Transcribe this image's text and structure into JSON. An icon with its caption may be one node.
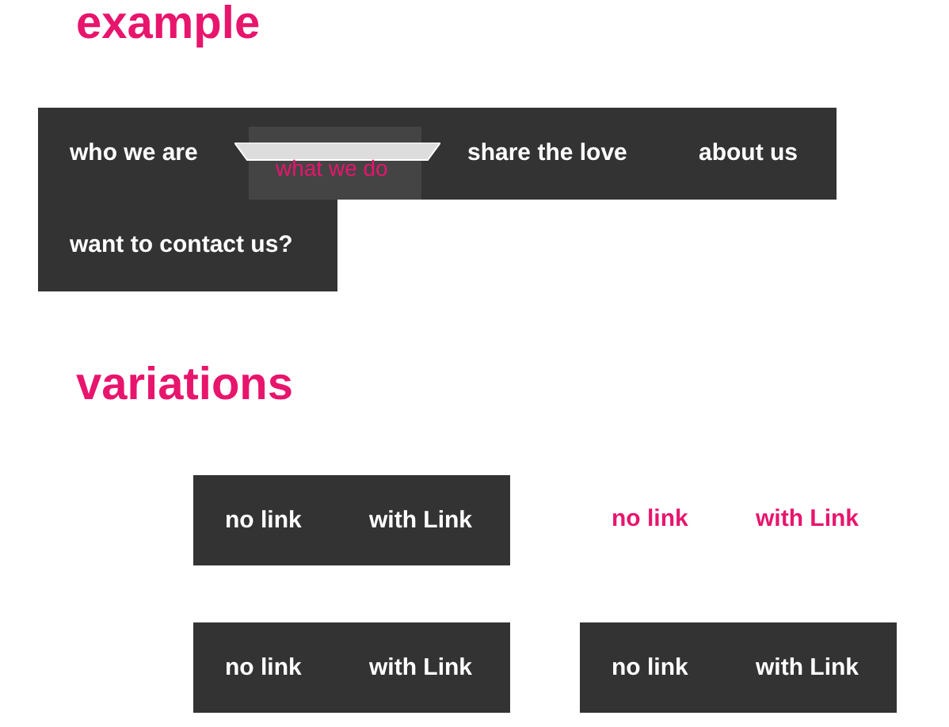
{
  "diagram": {
    "nodes": [
      {
        "text": [],
        "shape": "bar"
      },
      {
        "text": [
          "who we are"
        ],
        "in": 0
      },
      {
        "text": [
          "what we do"
        ],
        "in": 0
      },
      {
        "text": [
          "share the love"
        ],
        "in": 0
      },
      {
        "text": [
          "about us"
        ],
        "in": 0
      },
      {
        "text": [
          "want to contact us?"
        ],
        "in": 0
      },
      {
        "text": [],
        "shape": "bar"
      },
      {
        "text": [
          "no link"
        ],
        "in": 6
      },
      {
        "text": [
          "with Link"
        ],
        "in": 6
      },
      {
        "text": [
          "no link"
        ]
      },
      {
        "text": [
          "with Link"
        ]
      },
      {
        "text": [],
        "shape": "bar"
      },
      {
        "text": [
          "no link"
        ],
        "in": 11
      },
      {
        "text": [
          "with Link"
        ],
        "in": 11
      },
      {
        "text": [],
        "shape": "bar"
      },
      {
        "text": [
          "no link"
        ],
        "in": 14
      },
      {
        "text": [
          "with Link"
        ],
        "in": 14
      }
    ],
    "labels": [
      "example",
      "variations"
    ]
  }
}
